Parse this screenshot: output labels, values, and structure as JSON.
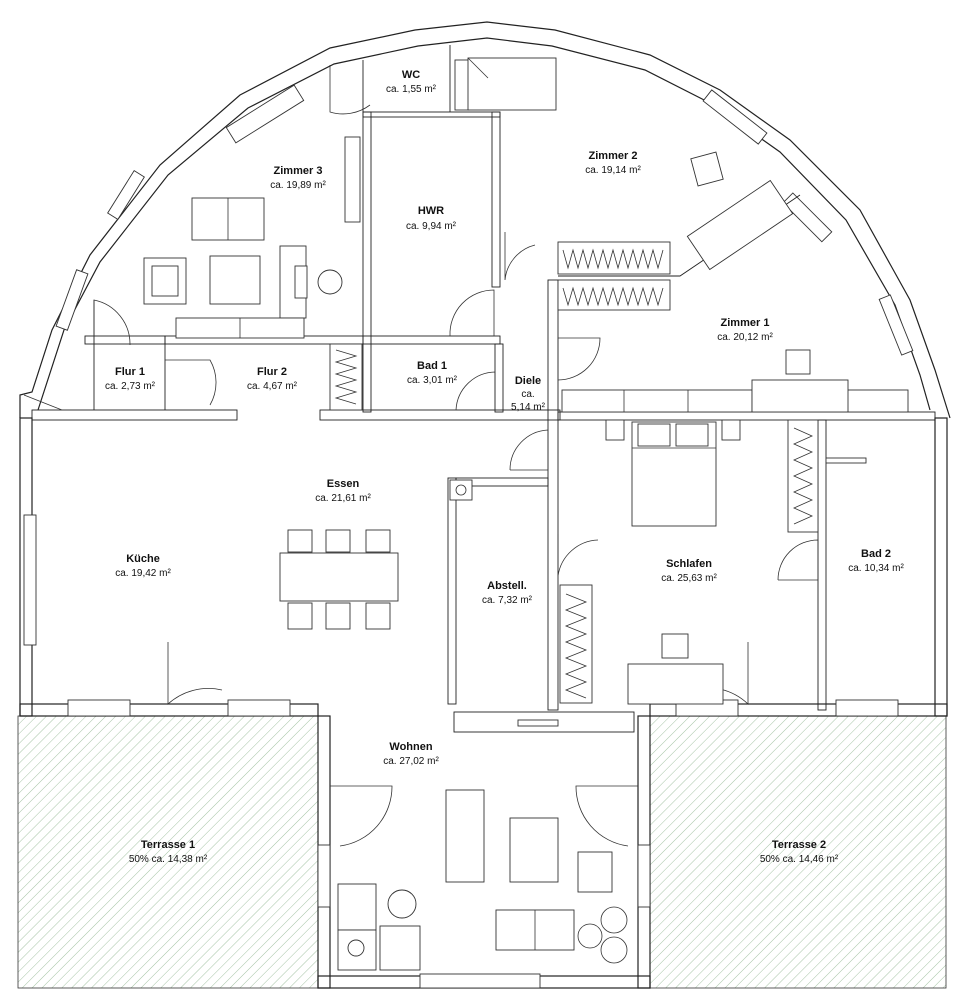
{
  "rooms": [
    {
      "id": "wc",
      "name": "WC",
      "area": "ca. 1,55 m²"
    },
    {
      "id": "zimmer3",
      "name": "Zimmer 3",
      "area": "ca. 19,89 m²"
    },
    {
      "id": "zimmer2",
      "name": "Zimmer 2",
      "area": "ca. 19,14 m²"
    },
    {
      "id": "hwr",
      "name": "HWR",
      "area": "ca. 9,94 m²"
    },
    {
      "id": "zimmer1",
      "name": "Zimmer 1",
      "area": "ca. 20,12 m²"
    },
    {
      "id": "flur1",
      "name": "Flur 1",
      "area": "ca. 2,73 m²"
    },
    {
      "id": "flur2",
      "name": "Flur 2",
      "area": "ca. 4,67 m²"
    },
    {
      "id": "bad1",
      "name": "Bad 1",
      "area": "ca. 3,01 m²"
    },
    {
      "id": "diele",
      "name": "Diele",
      "area": "ca.",
      "area2": "5,14 m²"
    },
    {
      "id": "essen",
      "name": "Essen",
      "area": "ca. 21,61 m²"
    },
    {
      "id": "kueche",
      "name": "Küche",
      "area": "ca. 19,42 m²"
    },
    {
      "id": "abstell",
      "name": "Abstell.",
      "area": "ca. 7,32 m²"
    },
    {
      "id": "schlafen",
      "name": "Schlafen",
      "area": "ca. 25,63 m²"
    },
    {
      "id": "bad2",
      "name": "Bad 2",
      "area": "ca. 10,34 m²"
    },
    {
      "id": "wohnen",
      "name": "Wohnen",
      "area": "ca. 27,02 m²"
    },
    {
      "id": "terrasse1",
      "name": "Terrasse 1",
      "area": "50% ca. 14,38 m²"
    },
    {
      "id": "terrasse2",
      "name": "Terrasse 2",
      "area": "50% ca. 14,46 m²"
    }
  ],
  "colors": {
    "wall": "#222222",
    "hatch": "#7fa87f"
  }
}
